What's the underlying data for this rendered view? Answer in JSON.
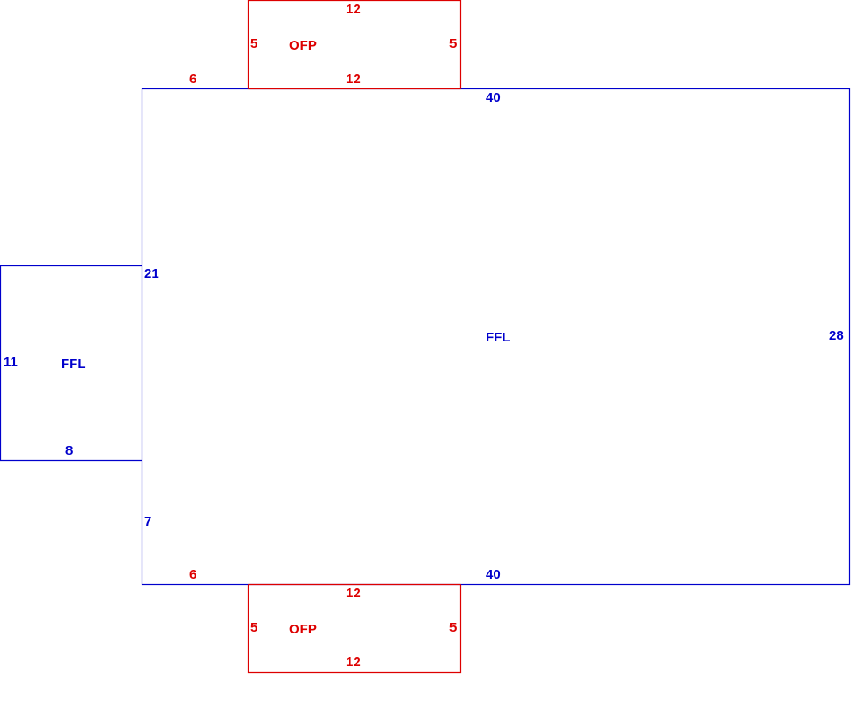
{
  "colors": {
    "living": "#0000CC",
    "porch": "#DD0000"
  },
  "main_area": {
    "label": "FFL",
    "dims": {
      "top": "40",
      "bottom": "40",
      "right": "28",
      "left_upper": "21",
      "left_lower": "7",
      "top_left_offset": "6",
      "bottom_left_offset": "6"
    }
  },
  "side_area": {
    "label": "FFL",
    "dims": {
      "left": "11",
      "bottom": "8"
    }
  },
  "porch_top": {
    "label": "OFP",
    "dims": {
      "top": "12",
      "bottom": "12",
      "left": "5",
      "right": "5"
    }
  },
  "porch_bottom": {
    "label": "OFP",
    "dims": {
      "top": "12",
      "bottom": "12",
      "left": "5",
      "right": "5"
    }
  }
}
